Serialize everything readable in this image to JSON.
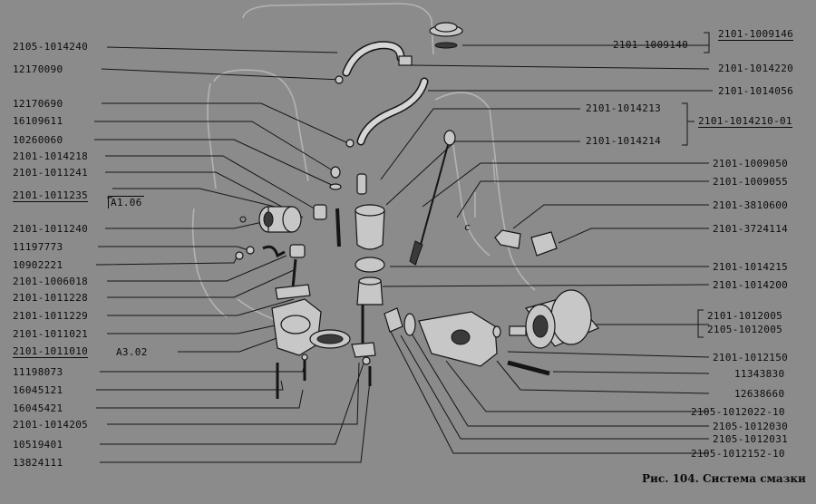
{
  "caption": "Рис. 104. Система смазки",
  "labels_left": [
    "2105-1014240",
    "12170090",
    "12170690",
    "16109611",
    "10260060",
    "2101-1014218",
    "2101-1011241",
    "2101-1011235",
    "2101-1011240",
    "11197773",
    "10902221",
    "2101-1006018",
    "2101-1011228",
    "2101-1011229",
    "2101-1011021",
    "2101-1011010",
    "11198073",
    "16045121",
    "16045421",
    "2101-1014205",
    "10519401",
    "13824111"
  ],
  "labels_right": [
    "2101-1009146",
    "2101-1009140",
    "2101-1014220",
    "2101-1014056",
    "2101-1014213",
    "2101-1014210-01",
    "2101-1014214",
    "2101-1009050",
    "2101-1009055",
    "2101-3810600",
    "2101-3724114",
    "2101-1014215",
    "2101-1014200",
    "2101-1012005",
    "2105-1012005",
    "2101-1012150",
    "11343830",
    "12638660",
    "2105-1012022-10",
    "2105-1012030",
    "2105-1012031",
    "2105-1012152-10"
  ],
  "labels_inline": {
    "a106": "A1.06",
    "a302": "A3.02",
    "c": "c"
  }
}
